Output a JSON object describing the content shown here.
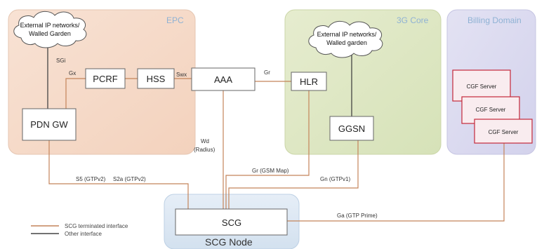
{
  "regions": {
    "epc": "EPC",
    "core3g": "3G Core",
    "billing": "Billing Domain",
    "scg_node": "SCG Node"
  },
  "clouds": {
    "epc_cloud_line1": "External IP networks/",
    "epc_cloud_line2": "Walled Garden",
    "core_cloud_line1": "External IP networks/",
    "core_cloud_line2": "Walled garden"
  },
  "boxes": {
    "pcrf": "PCRF",
    "hss": "HSS",
    "aaa": "AAA",
    "hlr": "HLR",
    "pdn_gw": "PDN GW",
    "ggsn": "GGSN",
    "scg": "SCG"
  },
  "cgf_servers": [
    "CGF Server",
    "CGF Server",
    "CGF Server"
  ],
  "interfaces": {
    "sgi": "SGi",
    "gx": "Gx",
    "swx": "Swx",
    "gr_top": "Gr",
    "wd": "Wd",
    "radius": "(Radius)",
    "gr_gsm": "Gr (GSM Map)",
    "gn": "Gn (GTPv1)",
    "s5": "S5 (GTPv2)",
    "s2a": "S2a (GTPv2)",
    "ga": "Ga (GTP Prime)"
  },
  "legend": {
    "scg_terminated": "SCG terminated interface",
    "other": "Other interface"
  },
  "colors": {
    "epc_bg": "#f6dccb",
    "core_bg": "#dfe8c4",
    "billing_bg": "#dcdcf0",
    "scg_node_bg": "#dde8f3",
    "scg_line": "#c4845a",
    "other_line": "#444444",
    "cgf_border": "#c4283a",
    "cgf_bg": "#f9ecef"
  }
}
